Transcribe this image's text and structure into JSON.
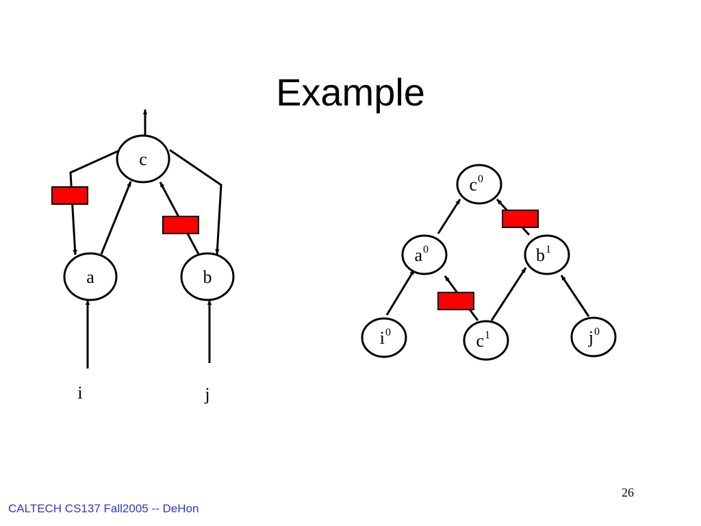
{
  "slide": {
    "title": "Example",
    "footer": "CALTECH CS137 Fall2005 -- DeHon",
    "page_number": "26"
  },
  "colors": {
    "footer_text": "#3333cc",
    "register_fill": "#ff0000",
    "stroke": "#000000"
  },
  "left_graph": {
    "nodes": {
      "c": {
        "label": "c"
      },
      "a": {
        "label": "a"
      },
      "b": {
        "label": "b"
      }
    },
    "inputs": {
      "i": "i",
      "j": "j"
    }
  },
  "right_graph": {
    "nodes": {
      "c0": {
        "label": "c",
        "sup": "0"
      },
      "a0": {
        "label": "a",
        "sup": "0"
      },
      "b1": {
        "label": "b",
        "sup": "1"
      },
      "i0": {
        "label": "i",
        "sup": "0"
      },
      "c1": {
        "label": "c",
        "sup": "1"
      },
      "j0": {
        "label": "j",
        "sup": "0"
      }
    }
  }
}
